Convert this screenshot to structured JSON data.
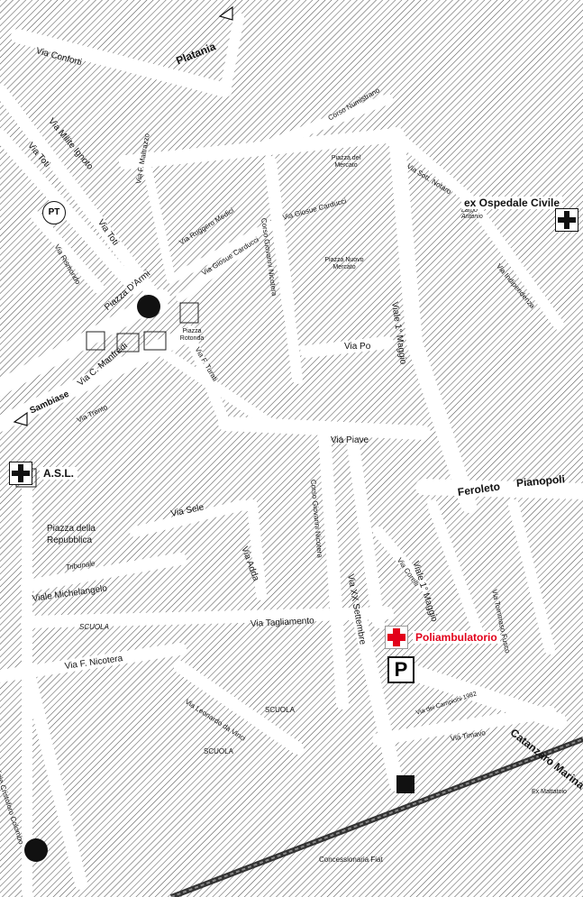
{
  "streets": {
    "via_conforti": "Via Conforti",
    "platania": "Platania",
    "via_milite_ignoto": "Via Milite Ignoto",
    "via_toti_1": "Via Toti",
    "via_toti_2": "Via Toti",
    "via_f_maltrazzo": "Via F. Maltrazzo",
    "via_ruggero_medici": "Via Ruggero Medici",
    "via_giosue_carducci_1": "Via Giosue Carducci",
    "via_giosue_carducci_2": "Via Giosue Carducci",
    "corso_numistrano": "Corso Numistrano",
    "corso_giovanni_nicotera_1": "Corso Giovanni Nicotera",
    "corso_giovanni_nicotera_2": "Corso Giovanni Nicotera",
    "via_sott_notaro": "Via Sott. Notaro",
    "largo_antonio": "Largo Antonio",
    "via_indipendenza": "Via Indipendenza",
    "via_rismondo": "Via Rismondo",
    "piazza_darmi": "Piazza D'Armi",
    "via_c_manfredi": "Via C. Manfredi",
    "sambiase": "Sambiase",
    "via_trento": "Via Trento",
    "via_f_turati": "Via F. Turati",
    "via_po": "Via Po",
    "viale_1_maggio_1": "Viale 1° Maggio",
    "via_piave": "Via Piave",
    "feroleto": "Feroleto",
    "pianopoli": "Pianopoli",
    "via_sele": "Via Sele",
    "via_adda": "Via Adda",
    "via_xx_settembre": "Via XX Settembre",
    "via_corelli": "Via Corelli",
    "viale_1_maggio_2": "Viale 1° Maggio",
    "via_tommaso_fusco": "Via Tommaso Fusco",
    "viale_michelangelo": "Viale Michelangelo",
    "via_tagliamento": "Via Tagliamento",
    "via_f_nicotera": "Via F. Nicotera",
    "via_dei_campioni": "Via dei Campioni 1982",
    "via_timavo": "Via Timavo",
    "via_leonardo_da_vinci": "Via Leonardo da Vinci",
    "viale_cristoforo_colombo": "Viale Cristoforo Colombo",
    "catanzaro_marina": "Catanzaro Marina"
  },
  "places": {
    "piazza_del_mercato": "Piazza del Mercato",
    "piazza_nuovo_mercato": "Piazza Nuovo Mercato",
    "piazza_rotonda": "Piazza Rotonda",
    "piazza_della_repubblica": "Piazza della Repubblica",
    "tribunale": "Tribunale",
    "scuola_1": "SCUOLA",
    "scuola_2": "SCUOLA",
    "scuola_3": "SCUOLA",
    "ex_mattatoio": "Ex Mattatoio",
    "concessionaria_fiat": "Concessionaria Fiat"
  },
  "markers": {
    "ex_ospedale_civile": "ex Ospedale Civile",
    "asl": "A.S.L.",
    "poliambulatorio": "Poliambulatorio",
    "pt": "PT",
    "parking": "P"
  },
  "colors": {
    "accent_red": "#e2001a",
    "ink": "#111111",
    "hatch": "#555555"
  },
  "icons": [
    "hospital-cross-icon",
    "red-cross-icon",
    "parking-icon",
    "post-office-icon",
    "direction-arrow-icon",
    "black-circle-marker",
    "black-square-marker"
  ]
}
